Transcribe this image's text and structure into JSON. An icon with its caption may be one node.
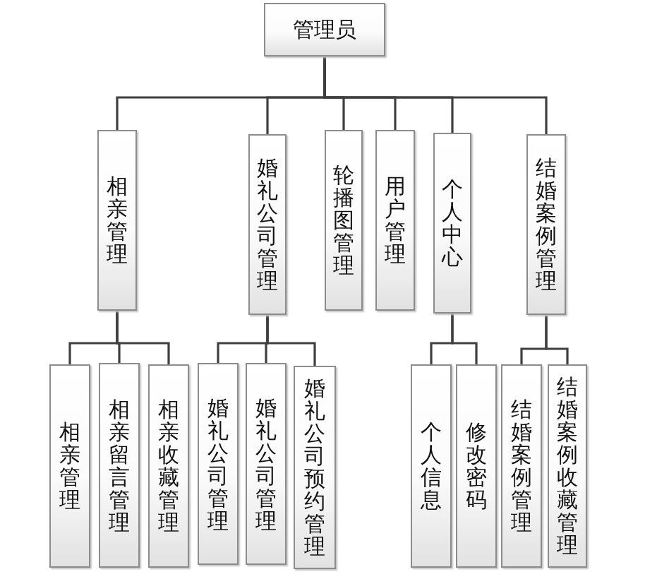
{
  "diagram": {
    "nodes": [
      {
        "text": [
          "管理员"
        ]
      },
      {
        "text": [
          "相亲管理"
        ]
      },
      {
        "text": [
          "婚礼公司管理"
        ]
      },
      {
        "text": [
          "轮播图管理"
        ]
      },
      {
        "text": [
          "用户管理"
        ]
      },
      {
        "text": [
          "个人中心"
        ]
      },
      {
        "text": [
          "结婚案例管理"
        ]
      },
      {
        "text": [
          "相亲管理"
        ]
      },
      {
        "text": [
          "相亲留言管理"
        ]
      },
      {
        "text": [
          "相亲收藏管理"
        ]
      },
      {
        "text": [
          "婚礼公司管理"
        ]
      },
      {
        "text": [
          "婚礼公司管理"
        ]
      },
      {
        "text": [
          "婚礼公司预约管理"
        ]
      },
      {
        "text": [
          "个人信息"
        ]
      },
      {
        "text": [
          "修改密码"
        ]
      },
      {
        "text": [
          "结婚案例管理"
        ]
      },
      {
        "text": [
          "结婚案例收藏管理"
        ]
      }
    ],
    "edges": [
      {
        "from": 0,
        "to": 1,
        "arrow": "none"
      },
      {
        "from": 0,
        "to": 2,
        "arrow": "none"
      },
      {
        "from": 0,
        "to": 3,
        "arrow": "none"
      },
      {
        "from": 0,
        "to": 4,
        "arrow": "none"
      },
      {
        "from": 0,
        "to": 5,
        "arrow": "none"
      },
      {
        "from": 0,
        "to": 6,
        "arrow": "none"
      },
      {
        "from": 1,
        "to": 7,
        "arrow": "none"
      },
      {
        "from": 1,
        "to": 8,
        "arrow": "none"
      },
      {
        "from": 1,
        "to": 9,
        "arrow": "none"
      },
      {
        "from": 2,
        "to": 10,
        "arrow": "none"
      },
      {
        "from": 2,
        "to": 11,
        "arrow": "none"
      },
      {
        "from": 2,
        "to": 12,
        "arrow": "none"
      },
      {
        "from": 5,
        "to": 13,
        "arrow": "none"
      },
      {
        "from": 5,
        "to": 14,
        "arrow": "none"
      },
      {
        "from": 6,
        "to": 15,
        "arrow": "none"
      },
      {
        "from": 6,
        "to": 16,
        "arrow": "none"
      }
    ]
  }
}
